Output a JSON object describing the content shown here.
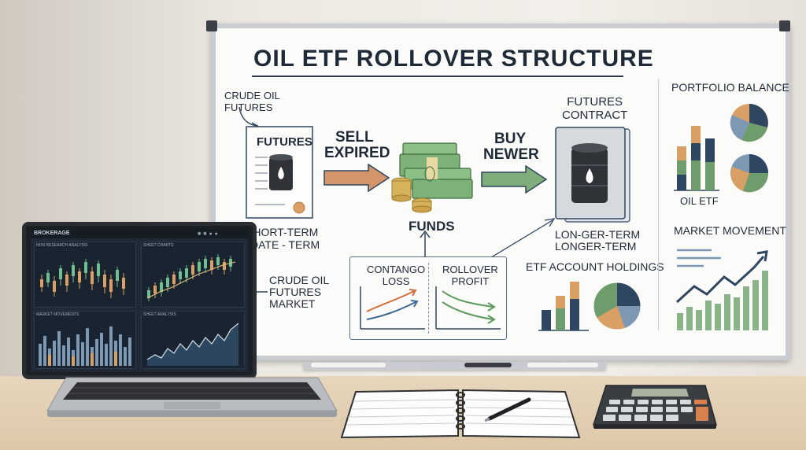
{
  "whiteboard": {
    "title": "OIL ETF ROLLOVER STRUCTURE",
    "crude_oil_futures": "CRUDE OIL\nFUTURES",
    "futures_doc_label": "FUTURES",
    "short_term": "SHORT-TERM",
    "date_term": "DATE - TERM",
    "sell": "SELL",
    "expired": "EXPIRED",
    "funds": "FUNDS",
    "buy": "BUY",
    "newer": "NEWER",
    "futures_contract": "FUTURES\nCONTRACT",
    "longer_term_1": "LON-GER-TERM",
    "longer_term_2": "LONGER-TERM",
    "contango_loss": "CONTANGO\nLOSS",
    "rollover_profit": "ROLLOVER\nPROFIT",
    "crude_oil_market": "CRUDE OIL\nFUTURES\nMARKET",
    "etf_account_holdings": "ETF ACCOUNT HOLDINGS",
    "portfolio_balance": "PORTFOLIO BALANCE",
    "oil_etf": "OIL ETF",
    "market_movement": "MARKET MOVEMENT"
  },
  "laptop": {
    "app_name": "BROKERAGE",
    "panel_1": "NON RESEARCH ANALYSIS",
    "panel_2": "SHEET CHARTS",
    "panel_3": "MARKET MOVEMENTS",
    "panel_4": "SHEET ANALYSIS"
  },
  "colors": {
    "navy": "#2f4660",
    "orange": "#d9a066",
    "green": "#6f9c6c",
    "steel": "#7d98b3",
    "arrow_orange": "#d4956a",
    "arrow_green": "#7fae7a"
  }
}
